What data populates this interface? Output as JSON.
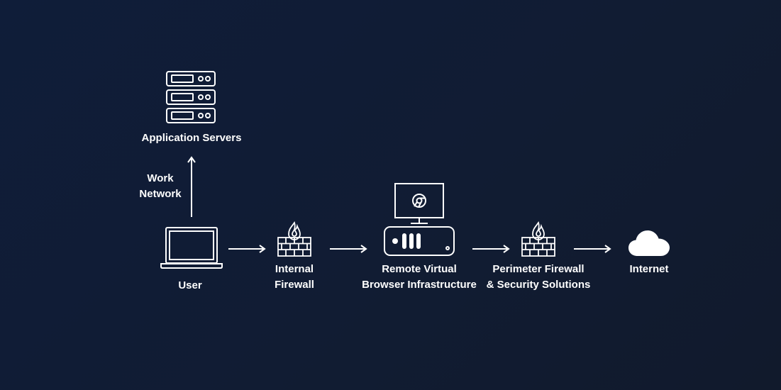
{
  "nodes": {
    "app_servers": {
      "label": "Application Servers",
      "icon": "server-rack-icon"
    },
    "work_network": {
      "line1": "Work",
      "line2": "Network"
    },
    "user": {
      "label": "User",
      "icon": "laptop-icon"
    },
    "internal_firewall": {
      "line1": "Internal",
      "line2": "Firewall",
      "icon": "firewall-icon"
    },
    "rbi": {
      "line1": "Remote Virtual",
      "line2": "Browser Infrastructure",
      "icon": "browser-server-icon"
    },
    "perimeter_firewall": {
      "line1": "Perimeter Firewall",
      "line2": "& Security Solutions",
      "icon": "firewall-icon"
    },
    "internet": {
      "label": "Internet",
      "icon": "cloud-icon"
    }
  },
  "colors": {
    "background": "#0f1d39",
    "foreground": "#ffffff"
  }
}
